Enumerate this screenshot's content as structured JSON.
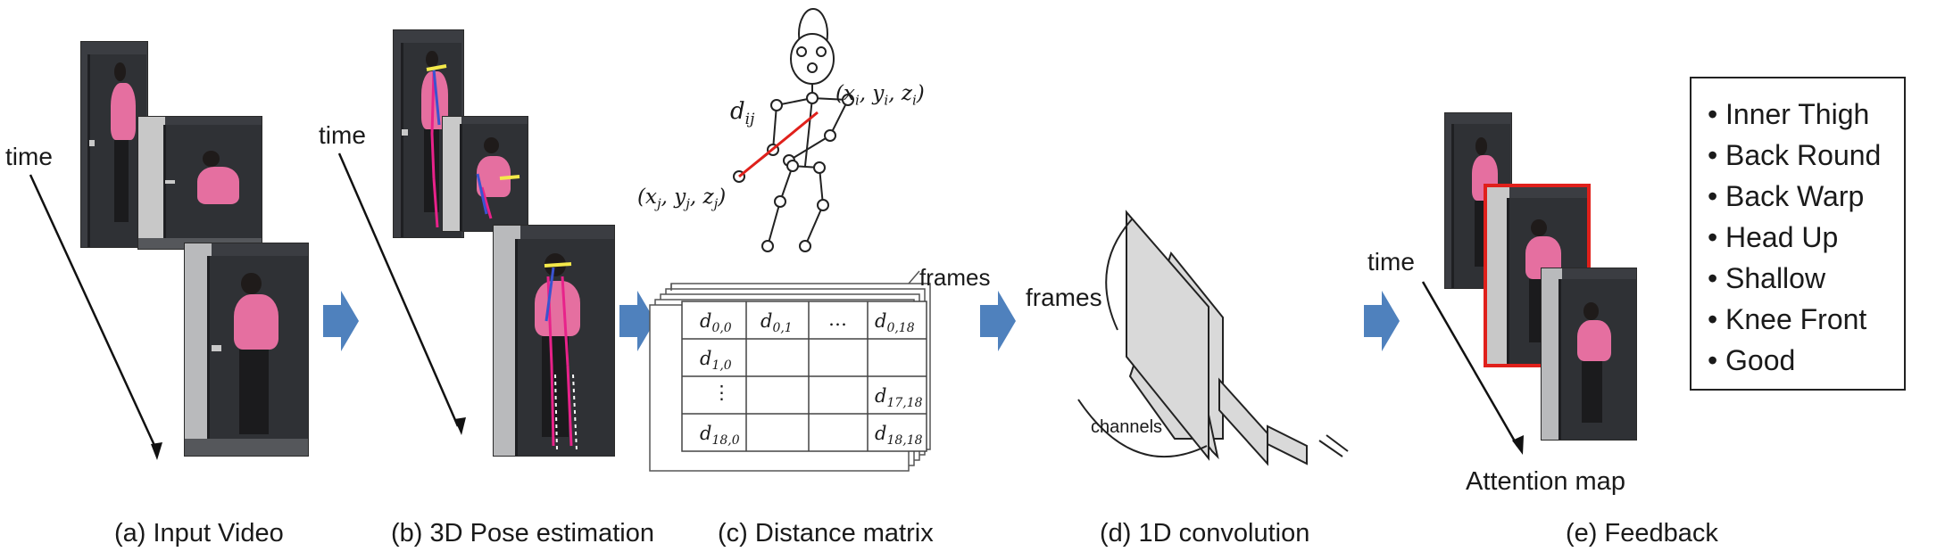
{
  "labels": {
    "time": "time",
    "frames_top": "frames",
    "frames_conv": "frames",
    "channels": "channels",
    "attention_map": "Attention map",
    "d_ij": "d",
    "d_ij_sub": "ij",
    "coord_i": "(x",
    "coord_j": "(x"
  },
  "captions": {
    "a": "(a) Input Video",
    "b": "(b) 3D Pose estimation",
    "c": "(c) Distance matrix",
    "d": "(d) 1D convolution",
    "e": "(e) Feedback"
  },
  "matrix": {
    "r0c0": "d",
    "r0c0s": "0,0",
    "r0c1": "d",
    "r0c1s": "0,1",
    "r0c2": "…",
    "r0c3": "d",
    "r0c3s": "0,18",
    "r1c0": "d",
    "r1c0s": "1,0",
    "r2c0": "⋮",
    "r2c3": "d",
    "r2c3s": "17,18",
    "r3c0": "d",
    "r3c0s": "18,0",
    "r3c3": "d",
    "r3c3s": "18,18"
  },
  "feedback": {
    "items": [
      "Inner Thigh",
      "Back Round",
      "Back Warp",
      "Head Up",
      "Shallow",
      "Knee Front",
      "Good"
    ]
  },
  "colors": {
    "arrow": "#4f81bd",
    "highlight": "#e0201b",
    "shirt": "#e56fa0",
    "skeleton_limb": "#e8228a"
  }
}
